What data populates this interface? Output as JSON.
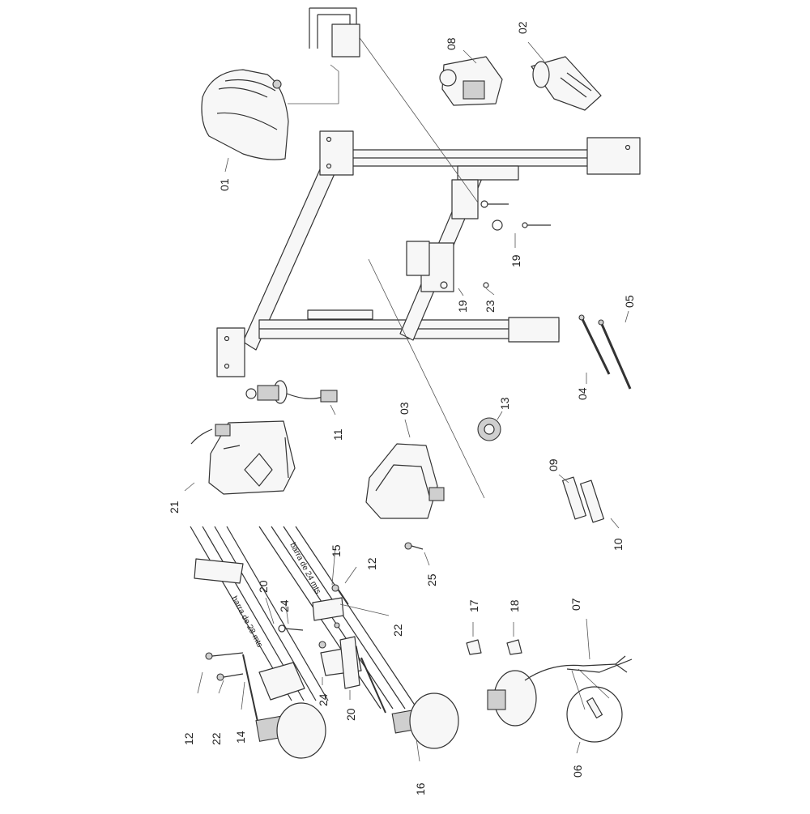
{
  "callouts": {
    "c01": "01",
    "c02": "02",
    "c03": "03",
    "c04": "04",
    "c05": "05",
    "c06": "06",
    "c07": "07",
    "c08": "08",
    "c09": "09",
    "c10": "10",
    "c11": "11",
    "c12a": "12",
    "c12b": "12",
    "c13": "13",
    "c14": "14",
    "c15": "15",
    "c16": "16",
    "c17": "17",
    "c18": "18",
    "c19a": "19",
    "c19b": "19",
    "c20a": "20",
    "c20b": "20",
    "c21": "21",
    "c22a": "22",
    "c22b": "22",
    "c23": "23",
    "c24a": "24",
    "c24b": "24",
    "c25": "25"
  },
  "bar_notes": {
    "bar_28": "barra de 28 mts",
    "bar_24": "barra de 24 mts"
  }
}
